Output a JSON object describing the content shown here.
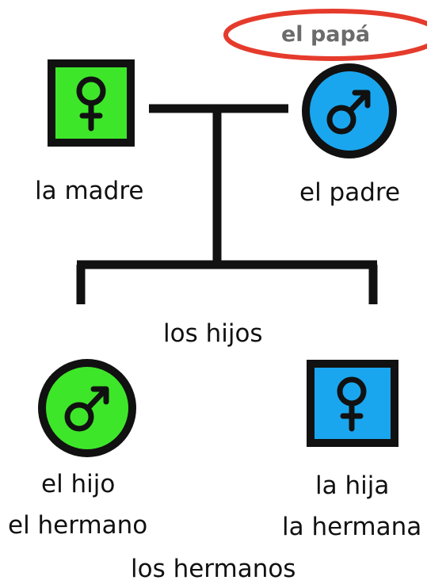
{
  "annotation": {
    "text": "el papá",
    "text_color": "#6b6b6b",
    "circle_color": "#e53b2c"
  },
  "colors": {
    "green": "#3ee62a",
    "blue": "#1aa6ee",
    "outline": "#111111",
    "line": "#111111"
  },
  "parents": {
    "mother": {
      "label": "la madre",
      "icon": "female-symbol-icon",
      "shape": "square",
      "color": "green"
    },
    "father": {
      "label": "el padre",
      "icon": "male-symbol-icon",
      "shape": "circle",
      "color": "blue"
    }
  },
  "children_group_label": "los hijos",
  "children": {
    "son": {
      "label_1": "el hijo",
      "label_2": "el hermano",
      "icon": "male-symbol-icon",
      "shape": "circle",
      "color": "green"
    },
    "daughter": {
      "label_1": "la hija",
      "label_2": "la hermana",
      "icon": "female-symbol-icon",
      "shape": "square",
      "color": "blue"
    }
  },
  "siblings_group_label": "los hermanos"
}
